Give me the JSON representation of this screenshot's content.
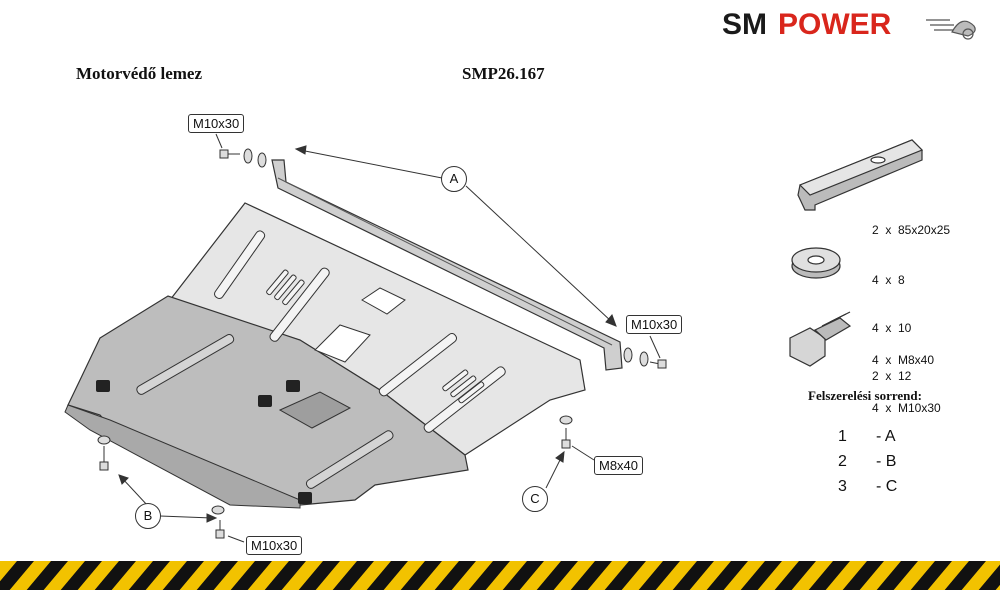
{
  "header": {
    "title": "Motorvédő lemez",
    "code": "SMP26.167",
    "brand_part1": "SM",
    "brand_part2": "POWER"
  },
  "colors": {
    "brand_dark": "#1a1a1a",
    "brand_red": "#d9261c",
    "plate_light": "#e6e6e6",
    "plate_dark": "#bdbdbd",
    "outline": "#333333",
    "stripe_yellow": "#f2c200",
    "stripe_black": "#111111"
  },
  "callouts": {
    "bolt_top": "M10x30",
    "bolt_right": "M10x30",
    "bolt_bottom": "M10x30",
    "bolt_c": "M8x40"
  },
  "labels": {
    "a": "A",
    "b": "B",
    "c": "C"
  },
  "parts": [
    {
      "icon": "bracket-icon",
      "lines": [
        "2  x  85x20x25"
      ]
    },
    {
      "icon": "washer-icon",
      "lines": [
        "4  x  8",
        "4  x  10",
        "2  x  12"
      ]
    },
    {
      "icon": "bolt-icon",
      "lines": [
        "4  x  M8x40",
        "4  x  M10x30"
      ]
    }
  ],
  "order": {
    "title": "Felszerelési sorrend:",
    "steps": [
      {
        "num": "1",
        "label": "- A"
      },
      {
        "num": "2",
        "label": "- B"
      },
      {
        "num": "3",
        "label": "- C"
      }
    ]
  }
}
